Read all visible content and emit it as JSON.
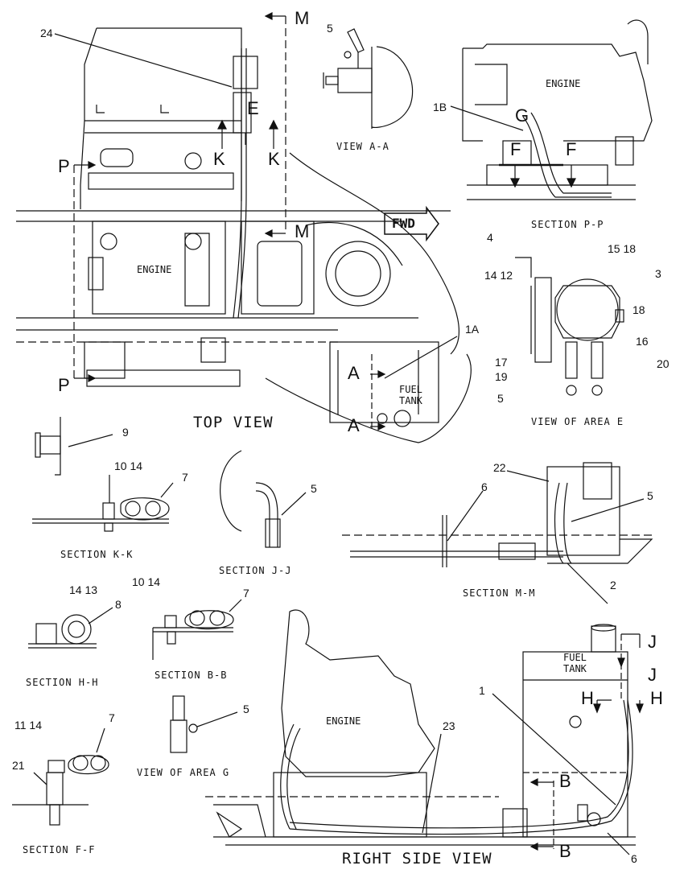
{
  "views": {
    "top_view": "TOP VIEW",
    "right_side_view": "RIGHT SIDE VIEW",
    "view_a_a": "VIEW A-A",
    "section_p_p": "SECTION P-P",
    "view_of_area_e": "VIEW OF AREA E",
    "section_k_k": "SECTION K-K",
    "section_j_j": "SECTION J-J",
    "section_m_m": "SECTION M-M",
    "section_h_h": "SECTION H-H",
    "section_b_b": "SECTION B-B",
    "view_of_area_g": "VIEW OF AREA G",
    "section_f_f": "SECTION F-F"
  },
  "inner_labels": {
    "engine_top": "ENGINE",
    "engine_pp": "ENGINE",
    "engine_side": "ENGINE",
    "fuel_tank_top_1": "FUEL",
    "fuel_tank_top_2": "TANK",
    "fuel_tank_side_1": "FUEL",
    "fuel_tank_side_2": "TANK",
    "fwd": "FWD"
  },
  "section_letters": {
    "m_top": "M",
    "m_mid": "M",
    "e": "E",
    "k_left": "K",
    "k_right": "K",
    "p_top": "P",
    "p_bottom": "P",
    "a_top": "A",
    "a_bottom": "A",
    "g": "G",
    "f_left": "F",
    "f_right": "F",
    "j_top": "J",
    "j_bottom": "J",
    "h_left": "H",
    "h_right": "H",
    "b_top": "B",
    "b_bottom": "B"
  },
  "callouts": {
    "c24": "24",
    "c5_aa": "5",
    "c1b": "1B",
    "c1a": "1A",
    "c4": "4",
    "c15_18": "15  18",
    "c14_12": "14  12",
    "c3": "3",
    "c18": "18",
    "c16": "16",
    "c17": "17",
    "c20": "20",
    "c19": "19",
    "c5_e": "5",
    "c9": "9",
    "c10_14_kk": "10  14",
    "c7_kk": "7",
    "c5_jj": "5",
    "c22": "22",
    "c6_mm": "6",
    "c5_mm": "5",
    "c2": "2",
    "c14_13": "14  13",
    "c8": "8",
    "c10_14_bb": "10  14",
    "c7_bb": "7",
    "c5_g": "5",
    "c11_14": "11  14",
    "c7_ff": "7",
    "c21": "21",
    "c1": "1",
    "c23": "23",
    "c6_side": "6"
  }
}
